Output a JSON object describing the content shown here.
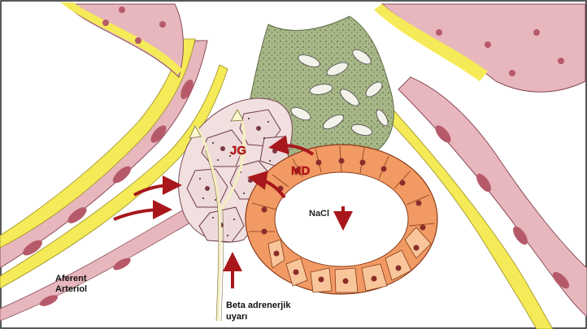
{
  "labels": {
    "jg": "JG",
    "md": "MD",
    "nacl": "NaCl",
    "afferent_line1": "Aferent",
    "afferent_line2": "Arteriol",
    "beta_line1": "Beta adrenerjik",
    "beta_line2": "uyarı"
  },
  "colors": {
    "arrow_red": "#a8171b",
    "label_red": "#c8171c",
    "vessel_yellow": "#f5ea57",
    "vessel_wall": "#e7b7bd",
    "nuclei": "#b65a6a",
    "macula_orange": "#f19a64",
    "macula_light": "#f8c69a",
    "mesangium_green": "#9fae7c",
    "jg_cells": "#eedada"
  }
}
